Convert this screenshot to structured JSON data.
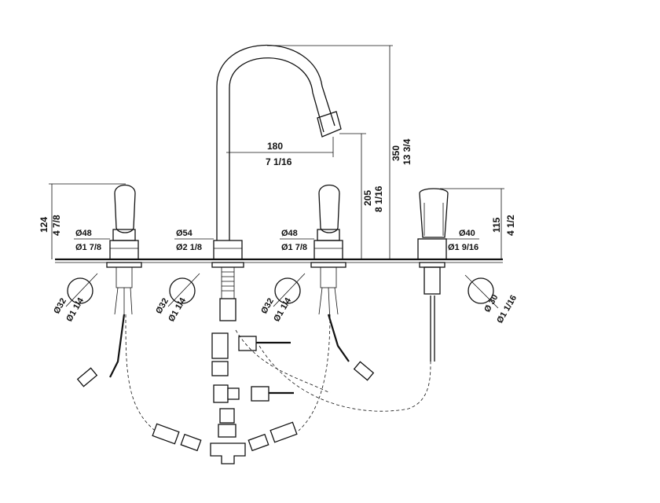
{
  "colors": {
    "ink": "#111111",
    "paper": "#ffffff"
  },
  "dimensions": {
    "spout_height_mm": "350",
    "spout_height_in": "13 3/4",
    "spout_reach_mm": "180",
    "spout_reach_in": "7 1/16",
    "spout_outlet_mm": "205",
    "spout_outlet_in": "8 1/16",
    "handle_height_mm": "124",
    "handle_height_in": "4 7/8",
    "spray_height_mm": "115",
    "spray_height_in": "4 1/2",
    "left_base_mm": "Ø48",
    "left_base_in": "Ø1 7/8",
    "spout_base_mm": "Ø54",
    "spout_base_in": "Ø2 1/8",
    "right_base_mm": "Ø48",
    "right_base_in": "Ø1 7/8",
    "spray_base_mm": "Ø40",
    "spray_base_in": "Ø1 9/16",
    "hole_left_mm": "Ø32",
    "hole_left_in": "Ø1 1/4",
    "hole_spout_mm": "Ø32",
    "hole_spout_in": "Ø1 1/4",
    "hole_right_mm": "Ø32",
    "hole_right_in": "Ø1 1/4",
    "hole_spray_mm": "Ø 30",
    "hole_spray_in": "Ø1 1/16"
  }
}
